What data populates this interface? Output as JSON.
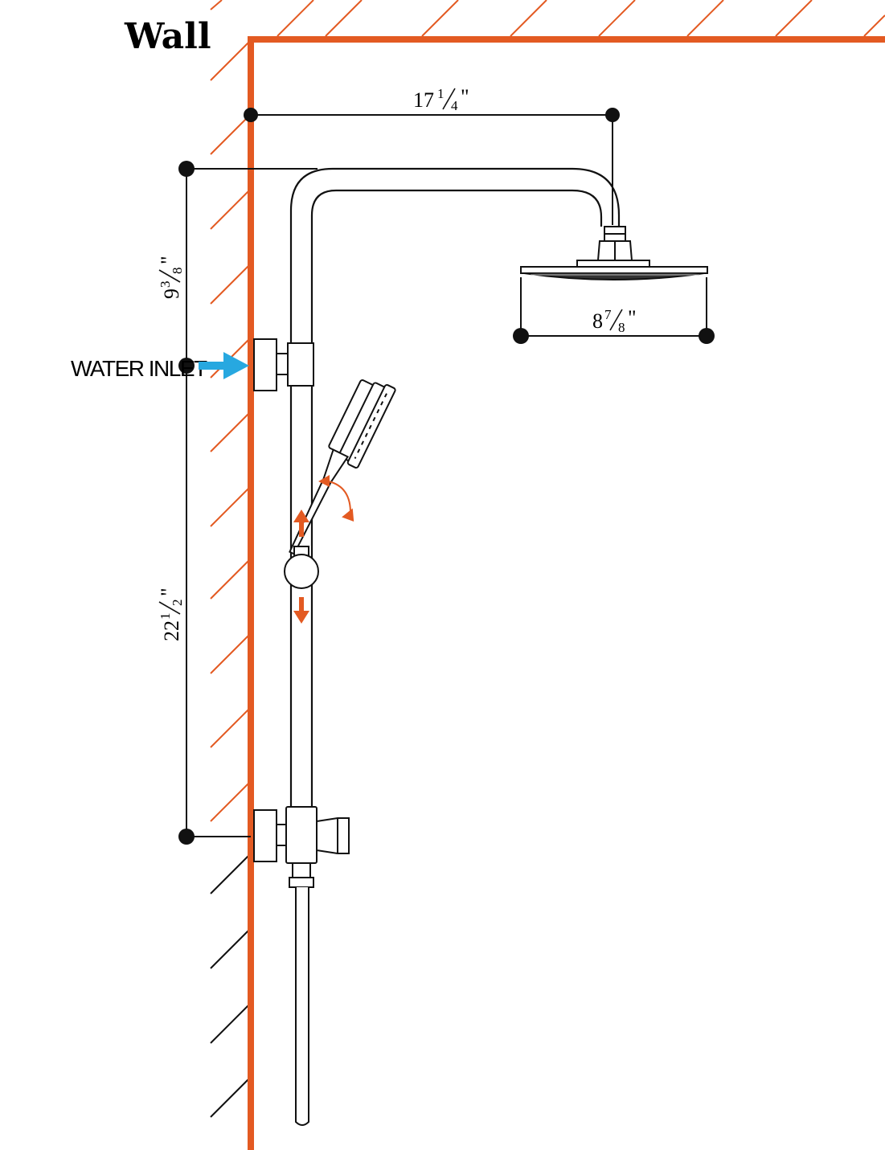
{
  "labels": {
    "wall": "Wall",
    "water_inlet": "WATER INLET"
  },
  "dimensions": {
    "arm_length": {
      "whole": "17",
      "num": "1",
      "den": "4",
      "unit": "\""
    },
    "top_height": {
      "whole": "9",
      "num": "3",
      "den": "8",
      "unit": "\""
    },
    "head_diameter": {
      "whole": "8",
      "num": "7",
      "den": "8",
      "unit": "\""
    },
    "bar_height": {
      "whole": "22",
      "num": "1",
      "den": "2",
      "unit": "\""
    }
  },
  "colors": {
    "wall": "#e35a22",
    "line": "#111111",
    "inlet_arrow": "#27a8e0",
    "motion_arrow": "#e35a22"
  }
}
